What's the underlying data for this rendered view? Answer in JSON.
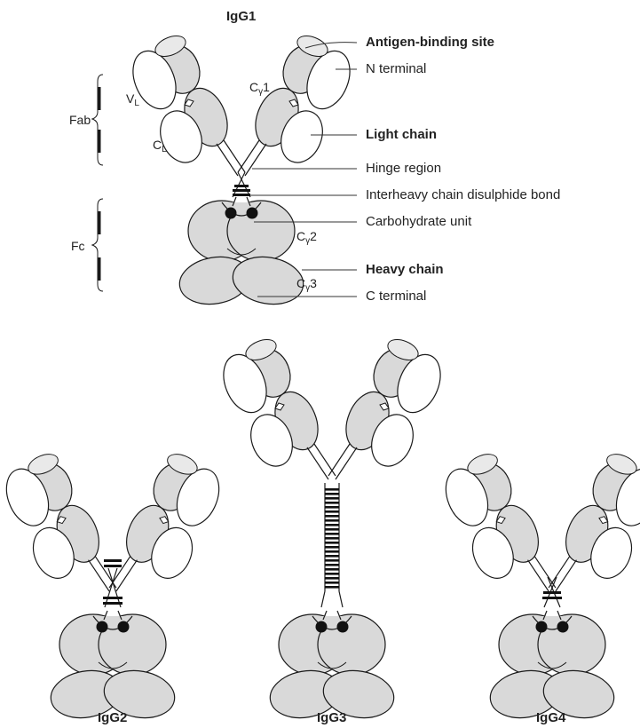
{
  "titles": {
    "igg1": "IgG1",
    "igg2": "IgG2",
    "igg3": "IgG3",
    "igg4": "IgG4"
  },
  "callouts": [
    {
      "key": "antigen_binding",
      "text": "Antigen-binding site",
      "bold": true
    },
    {
      "key": "n_terminal",
      "text": "N terminal",
      "bold": false
    },
    {
      "key": "light_chain",
      "text": "Light chain",
      "bold": true
    },
    {
      "key": "hinge",
      "text": "Hinge region",
      "bold": false
    },
    {
      "key": "disulphide",
      "text": "Interheavy chain disulphide bond",
      "bold": false
    },
    {
      "key": "carbohydrate",
      "text": "Carbohydrate unit",
      "bold": false
    },
    {
      "key": "heavy_chain",
      "text": "Heavy chain",
      "bold": true
    },
    {
      "key": "c_terminal",
      "text": "C terminal",
      "bold": false
    }
  ],
  "fragments": {
    "fab": "Fab",
    "fc": "Fc"
  },
  "domains": {
    "vl": {
      "main": "V",
      "sub": "L"
    },
    "cl": {
      "main": "C",
      "sub": "L"
    },
    "cg1": {
      "main": "C",
      "sub": "γ",
      "suffix": "1"
    },
    "cg2": {
      "main": "C",
      "sub": "γ",
      "suffix": "2"
    },
    "cg3": {
      "main": "C",
      "sub": "γ",
      "suffix": "3"
    }
  },
  "colors": {
    "heavy_fill": "#d9d9d9",
    "light_fill": "#ffffff",
    "stroke": "#1a1a1a",
    "leader": "#333333"
  }
}
